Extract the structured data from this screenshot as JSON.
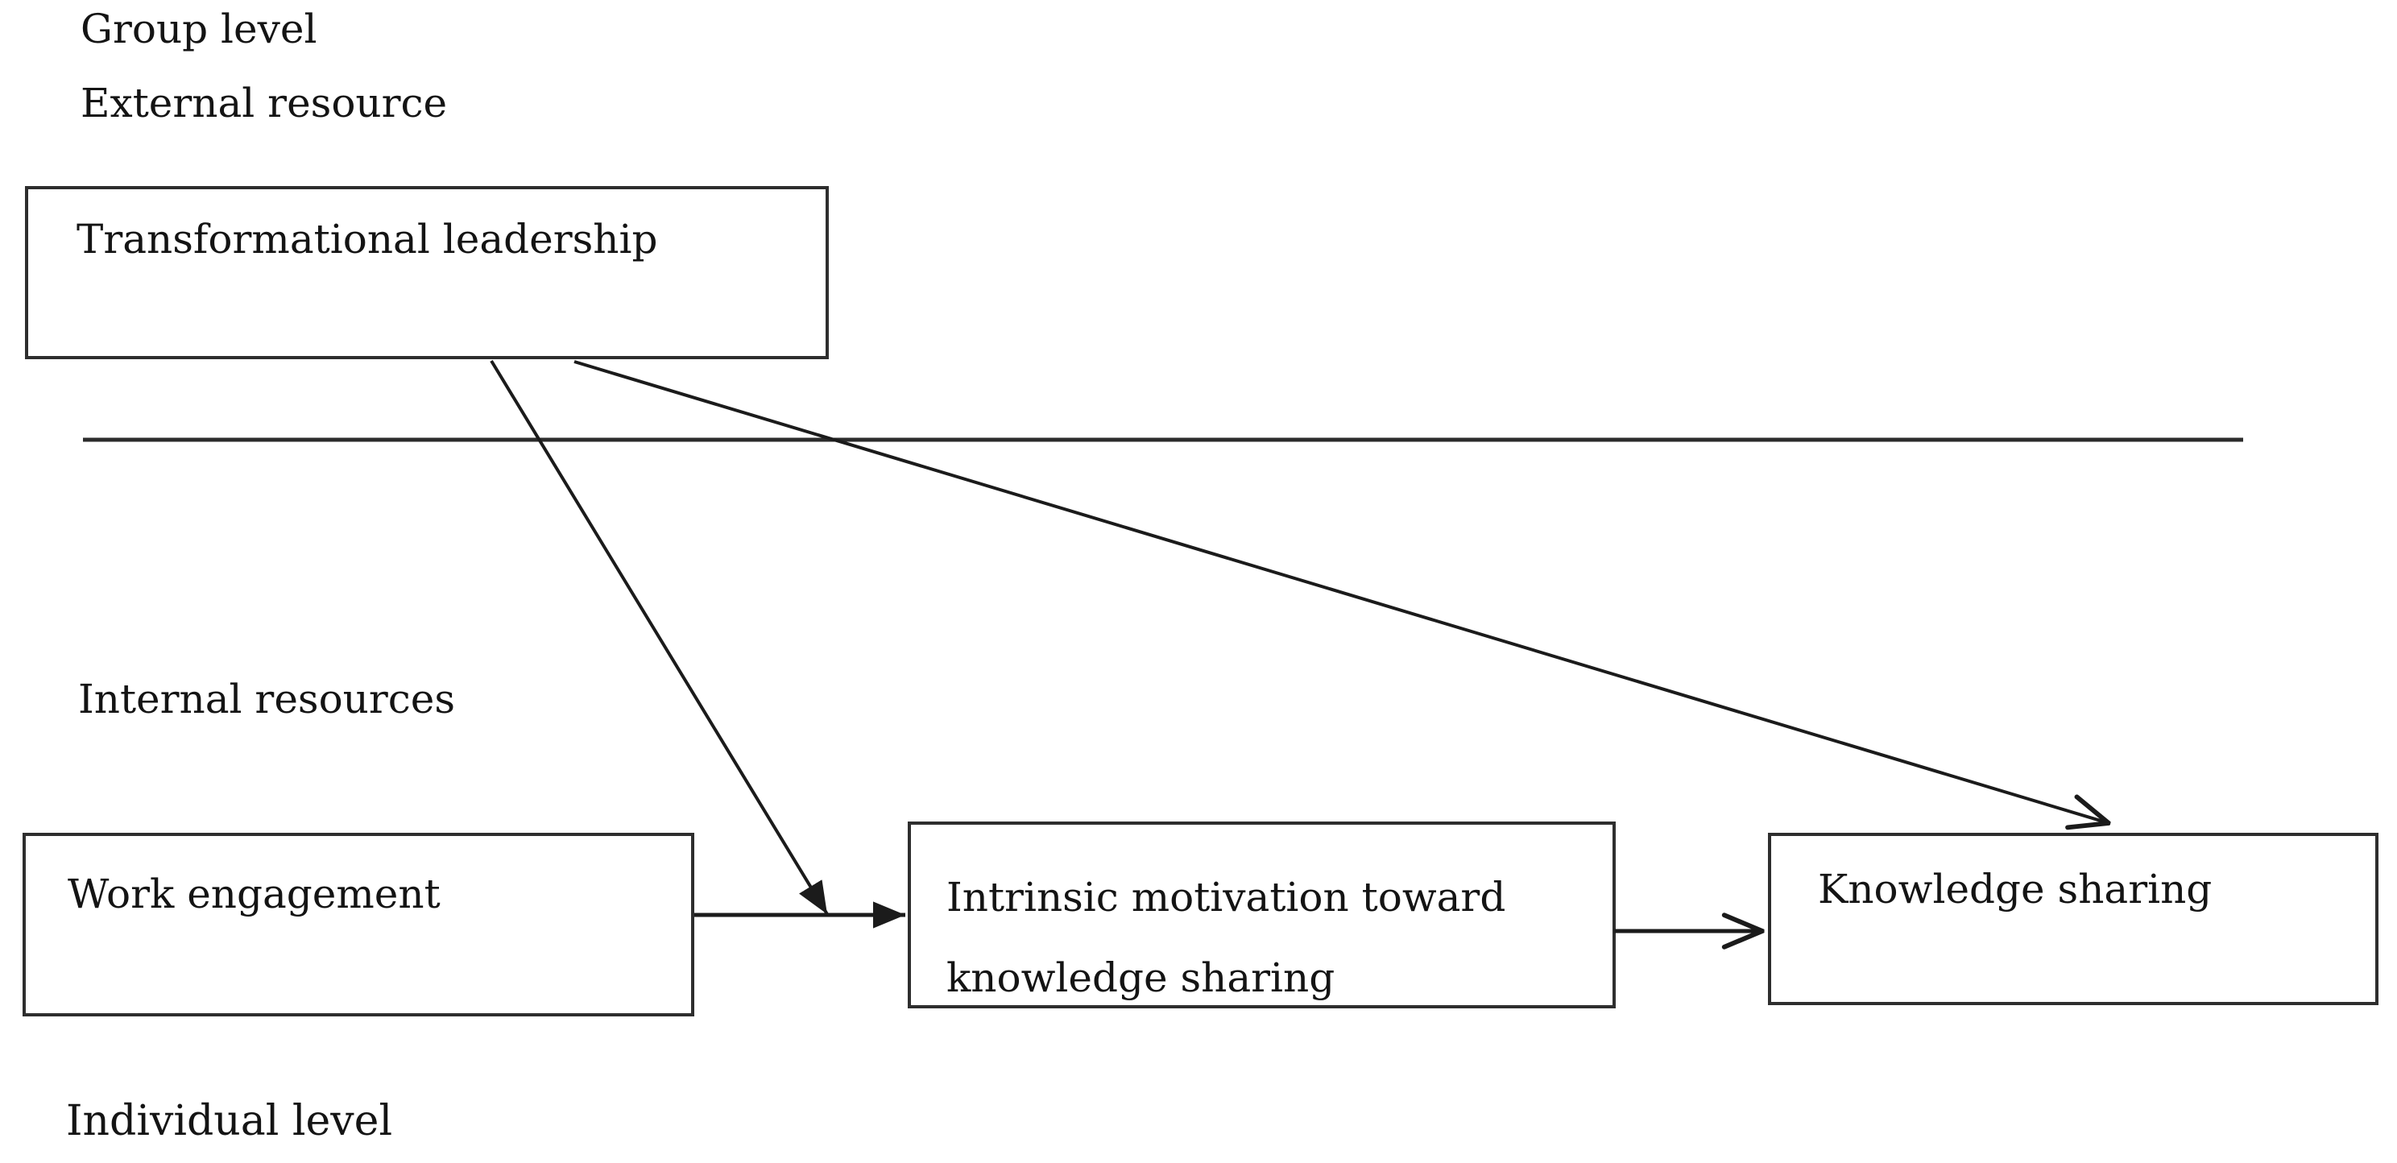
{
  "figure": {
    "background_color": "#ffffff",
    "line_color": "#1b1b1b",
    "border_color": "#2e2e2e",
    "text_color": "#141414",
    "labels": {
      "group_level": "Group level",
      "external_resource": "External resource",
      "internal_resources": "Internal resources",
      "individual_level": "Individual level"
    },
    "boxes": {
      "transformational_leadership": {
        "label": "Transformational leadership"
      },
      "work_engagement": {
        "label": "Work engagement"
      },
      "intrinsic_motivation": {
        "line1": "Intrinsic motivation toward",
        "line2": "knowledge sharing"
      },
      "knowledge_sharing": {
        "label": "Knowledge sharing"
      }
    },
    "connections": [
      {
        "from": "Work engagement",
        "to": "Intrinsic motivation toward knowledge sharing",
        "arrowhead": "filled"
      },
      {
        "from": "Intrinsic motivation toward knowledge sharing",
        "to": "Knowledge sharing",
        "arrowhead": "open"
      },
      {
        "from": "Transformational leadership",
        "to": "Knowledge sharing",
        "arrowhead": "open"
      },
      {
        "from": "Transformational leadership",
        "to": "arrow between Work engagement and Intrinsic motivation",
        "arrowhead": "filled"
      }
    ]
  }
}
